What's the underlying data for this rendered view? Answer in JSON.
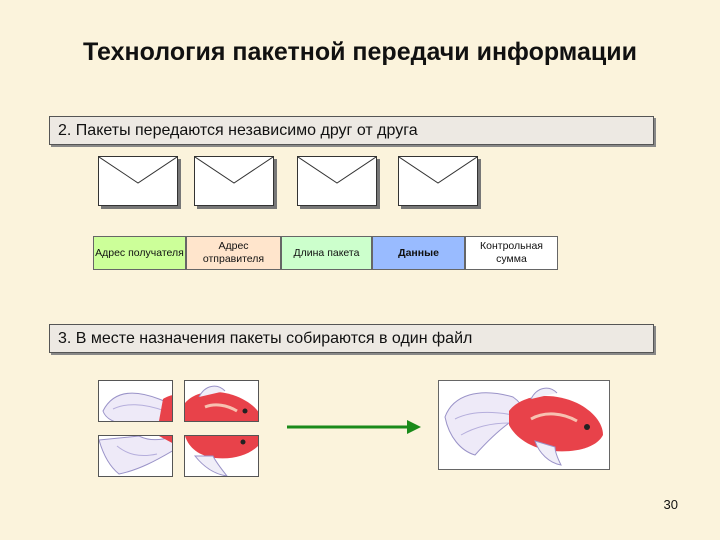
{
  "slide": {
    "title": "Технология пакетной передачи информации",
    "step2": "2. Пакеты передаются независимо друг от друга",
    "step3": "3. В месте назначения пакеты собираются в один файл",
    "page_number": "30"
  },
  "packet_header": {
    "fields": [
      {
        "label": "Адрес получателя",
        "color": "#ccff99"
      },
      {
        "label": "Адрес отправителя",
        "color": "#ffe5cc"
      },
      {
        "label": "Длина пакета",
        "color": "#ccffcc"
      },
      {
        "label": "Данные",
        "color": "#99bbff"
      },
      {
        "label": "Контрольная сумма",
        "color": "#ffffff"
      }
    ]
  },
  "envelopes": [
    "envelope-icon",
    "envelope-icon",
    "envelope-icon",
    "envelope-icon"
  ],
  "fish_pieces": [
    "fish-tail-top-piece",
    "fish-head-top-piece",
    "fish-tail-bottom-piece",
    "fish-head-bottom-piece"
  ],
  "arrow_color": "#1a8a1a",
  "fish_colors": {
    "body": "#e8424a",
    "fin": "#f0eef8"
  }
}
